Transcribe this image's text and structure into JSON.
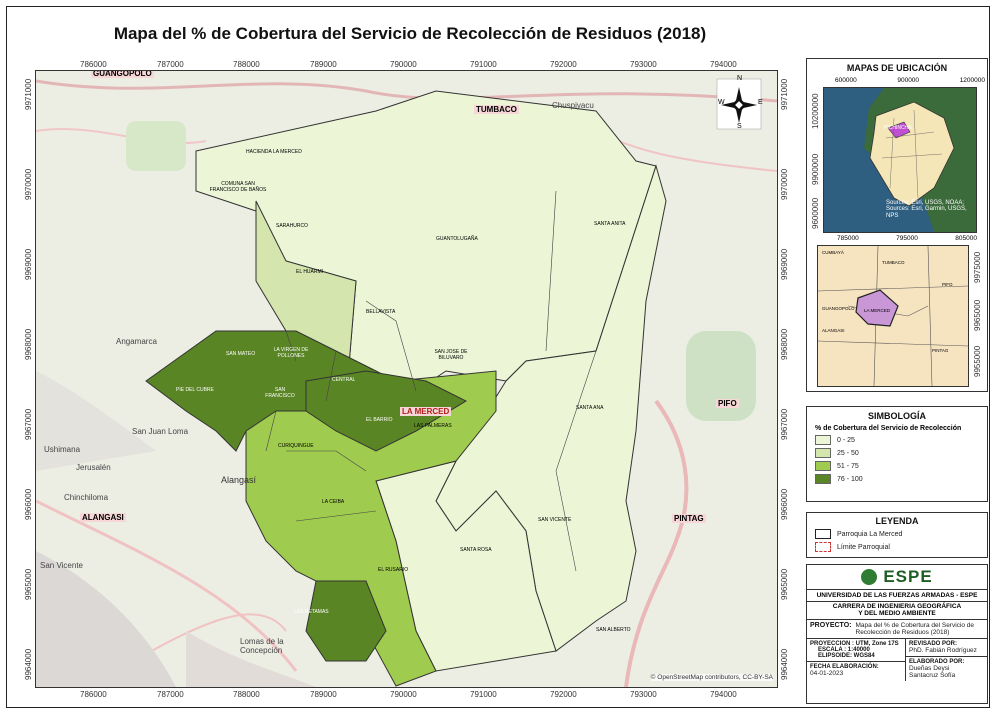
{
  "title": "Mapa del % de Cobertura del Servicio de Recolección de Residuos (2018)",
  "colors": {
    "c0": "#ecf5d6",
    "c1": "#d4e6ae",
    "c2": "#9fcb4f",
    "c3": "#5a8524",
    "border": "#333333"
  },
  "x_ticks": [
    "786000",
    "787000",
    "788000",
    "789000",
    "790000",
    "791000",
    "792000",
    "793000",
    "794000"
  ],
  "y_ticks": [
    "9971000",
    "9970000",
    "9969000",
    "9968000",
    "9967000",
    "9966000",
    "9965000",
    "9964000"
  ],
  "places": {
    "guangopolo": "GUANGOPOLO",
    "tumbaco": "TUMBACO",
    "chuspiyacu": "Chuspiyacu",
    "angamarca": "Angamarca",
    "san_juan_loma": "San Juan Loma",
    "ushimana": "Ushimana",
    "jerusalen": "Jerusalén",
    "alangasi_lbl": "Alangasí",
    "chinchiloma": "Chinchiloma",
    "alangasi": "ALANGASI",
    "san_vicente": "San Vicente",
    "lomas": "Lomas de la\nConcepción",
    "pifo": "PIFO",
    "pintag": "PINTAG",
    "la_merced": "LA MERCED"
  },
  "parishes": [
    "HACIENDA LA MERCED",
    "COMUNA SAN FRANCISCO DE BAÑOS",
    "SARAHURCO",
    "EL HUARMI",
    "BELLAVISTA",
    "GUANTOLUGAÑA",
    "SAN JOSE DE BILUVARO",
    "SAN MATEO",
    "LA VIRGEN DE POLLONES",
    "PIE DEL CUBRE",
    "SAN FRANCISCO",
    "CENTRAL",
    "EL BARRIO",
    "LAS PALMERAS",
    "CURIQUINGUE",
    "LA CEIBA",
    "EL RUSARIO",
    "LAS RETAMAS",
    "SANTA ROSA",
    "SAN VICENTE",
    "SANTA ANITA",
    "SANTA ANA",
    "SAN ALBERTO"
  ],
  "credit": "© OpenStreetMap contributors, CC-BY-SA",
  "north": {
    "n": "N",
    "s": "S",
    "e": "E",
    "w": "W"
  },
  "ubicacion": {
    "title": "MAPAS DE UBICACIÓN",
    "top_ticks": [
      "600000",
      "900000",
      "1200000"
    ],
    "left_ticks": [
      "10200000",
      "9900000",
      "9600000"
    ],
    "pichincha": "PICHINCHA",
    "sources": "Sources: Esri, USGS, NOAA;\nSources: Esri, Garmin, USGS,\nNPS",
    "inset_ticks": [
      "785000",
      "795000",
      "805000"
    ],
    "inset_right": [
      "9975000",
      "9965000",
      "9955000"
    ],
    "inset_labels": {
      "cumbaya": "CUMBAYÁ",
      "tumbaco": "TUMBACO",
      "pifo": "PIFO",
      "guangopolo": "GUANGOPOLO",
      "la_merced": "LA MERCED",
      "alangasi": "ALANGASI",
      "pintag": "PINTAG"
    }
  },
  "simbologia": {
    "title": "SIMBOLOGÍA",
    "subtitle": "% de Cobertura del Servicio de Recolección",
    "items": [
      {
        "label": "0 - 25",
        "color": "#ecf5d6"
      },
      {
        "label": "25 - 50",
        "color": "#d4e6ae"
      },
      {
        "label": "51 - 75",
        "color": "#9fcb4f"
      },
      {
        "label": "76 - 100",
        "color": "#5a8524"
      }
    ]
  },
  "leyenda": {
    "title": "LEYENDA",
    "items": [
      "Parroquia La Merced",
      "Límite Parroquial"
    ]
  },
  "institution": {
    "logo": "ESPE",
    "university": "UNIVERSIDAD DE LAS FUERZAS ARMADAS - ESPE",
    "career": "CARRERA DE INGENIERIA GEOGRÁFICA\nY DEL MEDIO AMBIENTE",
    "proyecto_lbl": "PROYECTO:",
    "proyecto": "Mapa del % de Cobertura del Servicio de\nRecolección de Residuos (2018)",
    "proyeccion": "PROYECCION : UTM, Zone 17S",
    "escala": "ESCALA : 1:40000",
    "elipsoide": "ELIPSOIDE: WGS84",
    "fecha_lbl": "FECHA ELABORACIÓN:",
    "fecha": "04-01-2023",
    "revisado_lbl": "REVISADO POR:",
    "revisado": "PhD. Fabián Rodríguez",
    "elaborado_lbl": "ELABORADO POR:",
    "elaborado": "Dueñas Deysi\nSantacruz Sofía"
  }
}
